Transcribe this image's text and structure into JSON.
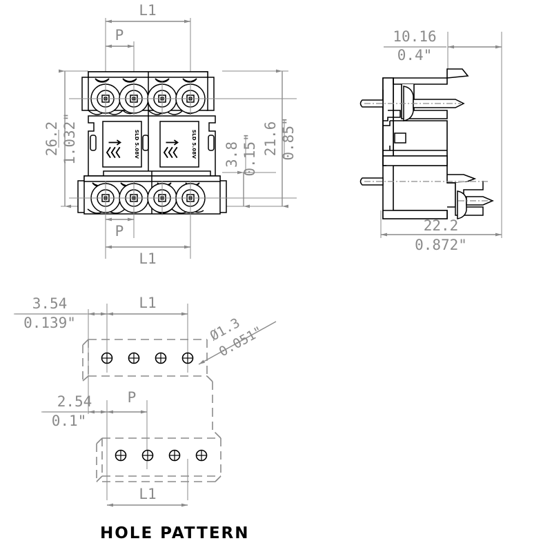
{
  "drawing": {
    "title": "Connector technical drawing",
    "views": {
      "front": {
        "name": "front-view"
      },
      "side": {
        "name": "side-view"
      },
      "hole_pattern": {
        "name": "hole-pattern-view",
        "caption": "HOLE PATTERN"
      }
    }
  },
  "dimensions": {
    "front_top_l1": "L1",
    "front_top_p": "P",
    "front_left_mm": "26.2",
    "front_left_in": "1.032\"",
    "front_right_small_mm": "3.8",
    "front_right_small_in": "0.15\"",
    "front_right_large_mm": "21.6",
    "front_right_large_in": "0.85\"",
    "front_bottom_p": "P",
    "front_bottom_l1": "L1",
    "side_top_mm": "10.16",
    "side_top_in": "0.4\"",
    "side_bottom_mm": "22.2",
    "side_bottom_in": "0.872\"",
    "hole_left_mm": "3.54",
    "hole_left_in": "0.139\"",
    "hole_top_l1": "L1",
    "hole_dia_mm": "Ø1.3",
    "hole_dia_in": "0.051\"",
    "hole_low_left_mm": "2.54",
    "hole_low_left_in": "0.1\"",
    "hole_low_p": "P",
    "hole_bottom_l1": "L1"
  },
  "labels": {
    "body_marking": "SLD 5.08V",
    "caption_hole_pattern": "HOLE PATTERN"
  },
  "colors": {
    "outline": "#000000",
    "dimension": "#8a8a8a",
    "centerline": "#8a8a8a",
    "background": "#ffffff",
    "hidden": "#8a8a8a"
  }
}
